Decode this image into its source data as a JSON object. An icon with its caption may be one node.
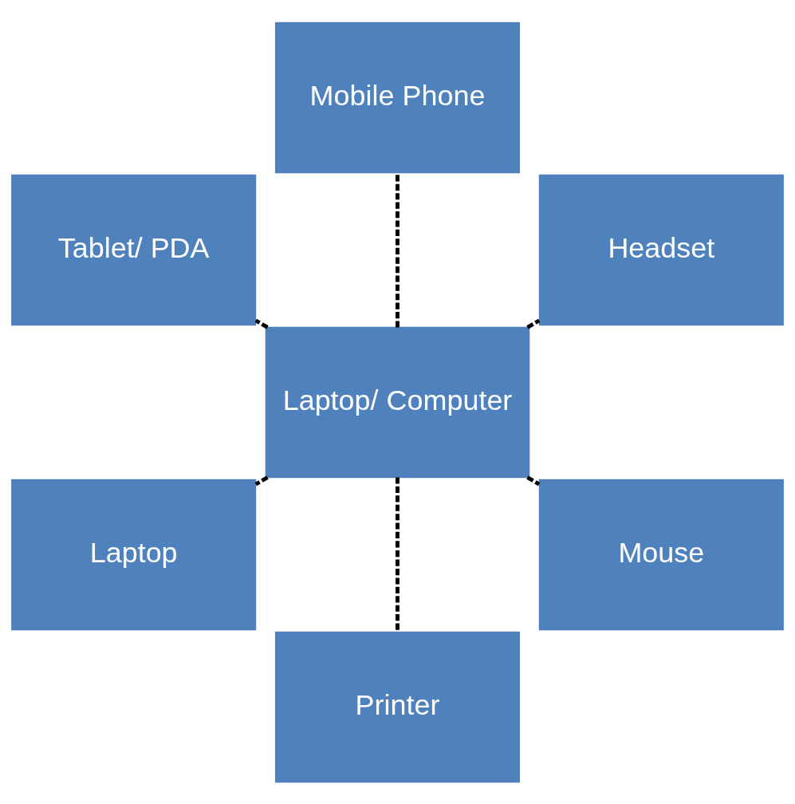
{
  "diagram": {
    "nodes": [
      {
        "text": [
          "Headset"
        ]
      },
      {
        "text": [
          "Mobile Phone"
        ]
      },
      {
        "text": [
          "Tablet/ PDA"
        ]
      },
      {
        "text": [
          "Laptop/ Computer"
        ]
      },
      {
        "text": [
          "Laptop"
        ]
      },
      {
        "text": [
          "Printer"
        ]
      },
      {
        "text": [
          "Mouse"
        ]
      }
    ],
    "edges": [
      {
        "from": 3,
        "to": 0,
        "arrow": "none",
        "style": "dashed"
      },
      {
        "from": 3,
        "to": 1,
        "arrow": "none",
        "style": "dashed"
      },
      {
        "from": 3,
        "to": 2,
        "arrow": "none",
        "style": "dashed"
      },
      {
        "from": 3,
        "to": 4,
        "arrow": "none",
        "style": "dashed"
      },
      {
        "from": 3,
        "to": 5,
        "arrow": "none",
        "style": "dashed"
      },
      {
        "from": 3,
        "to": 6,
        "arrow": "none",
        "style": "dashed"
      }
    ]
  }
}
